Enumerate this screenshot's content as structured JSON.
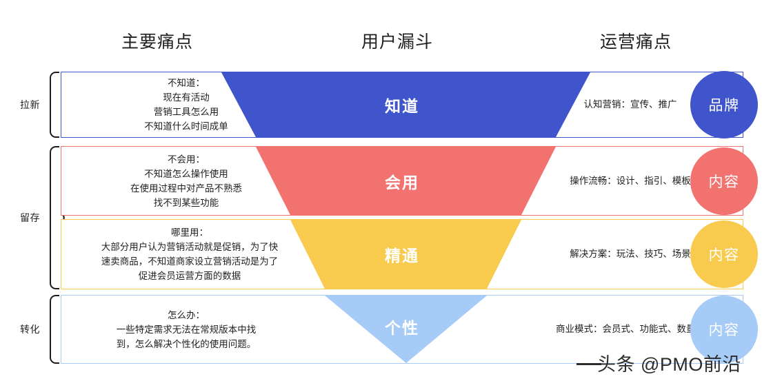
{
  "headers": {
    "pain_points": "主要痛点",
    "funnel": "用户漏斗",
    "operations": "运营痛点"
  },
  "stages": [
    {
      "label": "拉新"
    },
    {
      "label": "留存"
    },
    {
      "label": "转化"
    }
  ],
  "rows": [
    {
      "key": "know",
      "accent": "#4054CC",
      "border": "#4054CC",
      "badge_color": "#4054CC",
      "funnel_label": "知道",
      "badge_label": "品牌",
      "pain_lines": [
        "不知道：",
        "现在有活动",
        "营销工具怎么用",
        "不知道什么时间成单"
      ],
      "ops_text": "认知营销：宣传、推广"
    },
    {
      "key": "use",
      "accent": "#F2726F",
      "border": "#F2726F",
      "badge_color": "#F2726F",
      "funnel_label": "会用",
      "badge_label": "内容",
      "pain_lines": [
        "不会用：",
        "不知道怎么操作使用",
        "在使用过程中对产品不熟悉",
        "找不到某些功能"
      ],
      "ops_text": "操作流畅：设计、指引、模板"
    },
    {
      "key": "master",
      "accent": "#F8CB4E",
      "border": "#F8CB4E",
      "badge_color": "#F8CB4E",
      "funnel_label": "精通",
      "badge_label": "内容",
      "pain_lines": [
        "哪里用：",
        "大部分用户认为营销活动就是促销，为了快",
        "速卖商品，不知道商家设立营销活动是为了",
        "促进会员运营方面的数据"
      ],
      "ops_text": "解决方案：玩法、技巧、场景"
    },
    {
      "key": "personal",
      "accent": "#A7CBF7",
      "border": "#A7CBF7",
      "badge_color": "#A7CBF7",
      "funnel_label": "个性",
      "badge_label": "内容",
      "pain_lines": [
        "怎么办：",
        "一些特定需求无法在常规版本中找",
        "到，怎么解决个性化的使用问题。"
      ],
      "ops_text": "商业模式：会员式、功能式、数量式"
    }
  ],
  "watermark": "头条 @PMO前沿"
}
